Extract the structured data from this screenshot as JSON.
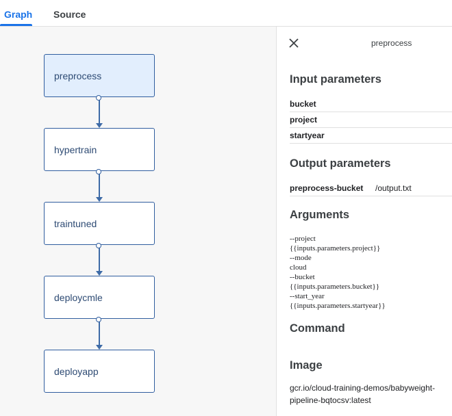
{
  "tabs": [
    {
      "label": "Graph",
      "active": true
    },
    {
      "label": "Source",
      "active": false
    }
  ],
  "graph": {
    "nodes": [
      {
        "label": "preprocess",
        "selected": true
      },
      {
        "label": "hypertrain",
        "selected": false
      },
      {
        "label": "traintuned",
        "selected": false
      },
      {
        "label": "deploycmle",
        "selected": false
      },
      {
        "label": "deployapp",
        "selected": false
      }
    ]
  },
  "panel": {
    "close_icon": "close-icon",
    "title": "preprocess",
    "input_parameters": {
      "heading": "Input parameters",
      "rows": [
        {
          "name": "bucket",
          "value": ""
        },
        {
          "name": "project",
          "value": ""
        },
        {
          "name": "startyear",
          "value": ""
        }
      ]
    },
    "output_parameters": {
      "heading": "Output parameters",
      "rows": [
        {
          "name": "preprocess-bucket",
          "value": "/output.txt"
        }
      ]
    },
    "arguments": {
      "heading": "Arguments",
      "lines": [
        "--project",
        "{{inputs.parameters.project}}",
        "--mode",
        "cloud",
        "--bucket",
        "{{inputs.parameters.bucket}}",
        "--start_year",
        "{{inputs.parameters.startyear}}"
      ]
    },
    "command": {
      "heading": "Command"
    },
    "image": {
      "heading": "Image",
      "lines": [
        "gcr.io/cloud-training-demos/babyweight-",
        "pipeline-bqtocsv:latest"
      ]
    }
  },
  "colors": {
    "accent": "#1a73e8",
    "node_border": "#2f5d9e",
    "node_selected": "#e2eefd",
    "graph_bg": "#f7f7f7"
  }
}
